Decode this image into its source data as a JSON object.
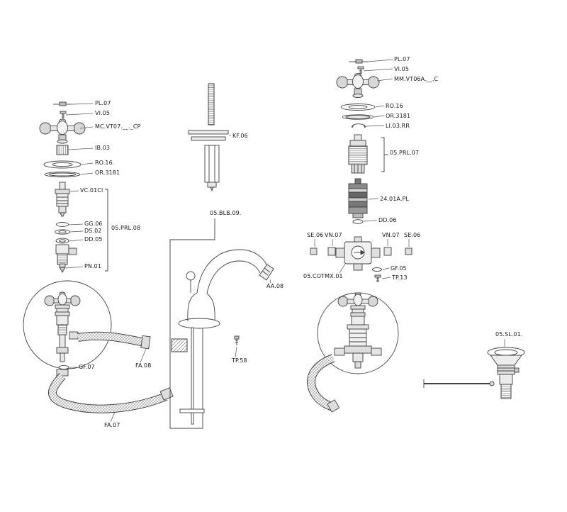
{
  "diagram": {
    "kind": "exploded-parts-diagram",
    "subject": "faucet and basin mixer spare parts",
    "colors": {
      "background": "#ffffff",
      "line": "#404040",
      "label_text": "#1a1a1a"
    },
    "left": {
      "pl07": "PL.07",
      "vi05": "VI.05",
      "mc_vt07": "MC.VT07.__._CP",
      "ib03": "IB.03",
      "ro16": "RO.16.",
      "or3181": "OR.3181",
      "vc01cl": "VC.01Cl",
      "gg06": "GG.06",
      "ds02": "DS.02",
      "dd05": "DD.05",
      "prl08": "05.PRL.08",
      "pn01": "PN.01",
      "gf07": "GF.07",
      "fa08": "FA.08",
      "fa07": "FA.07"
    },
    "middle": {
      "kf06": "KF.06",
      "blb09": "05.BLB.09.",
      "aa08": "AA.08",
      "tp58": "TP.58"
    },
    "right": {
      "pl07": "PL.07",
      "vi05": "VI.05",
      "mm_vt06a": "MM.VT06A.__.C",
      "ro16": "RO.16",
      "or3181": "OR.3181",
      "li03rr": "LI.03.RR",
      "prl07": "05.PRL.07",
      "c2401a": "24.01A.PL",
      "dd06": "DD.06",
      "se06_left": "SE.06",
      "vn07_left": "VN.07",
      "vn07_right": "VN.07",
      "se06_right": "SE.06",
      "cotmx01": "05.COTMX.01",
      "gf05": "GF.05",
      "tp13": "TP.13"
    },
    "drain": {
      "sl01": "05.SL.01."
    }
  }
}
